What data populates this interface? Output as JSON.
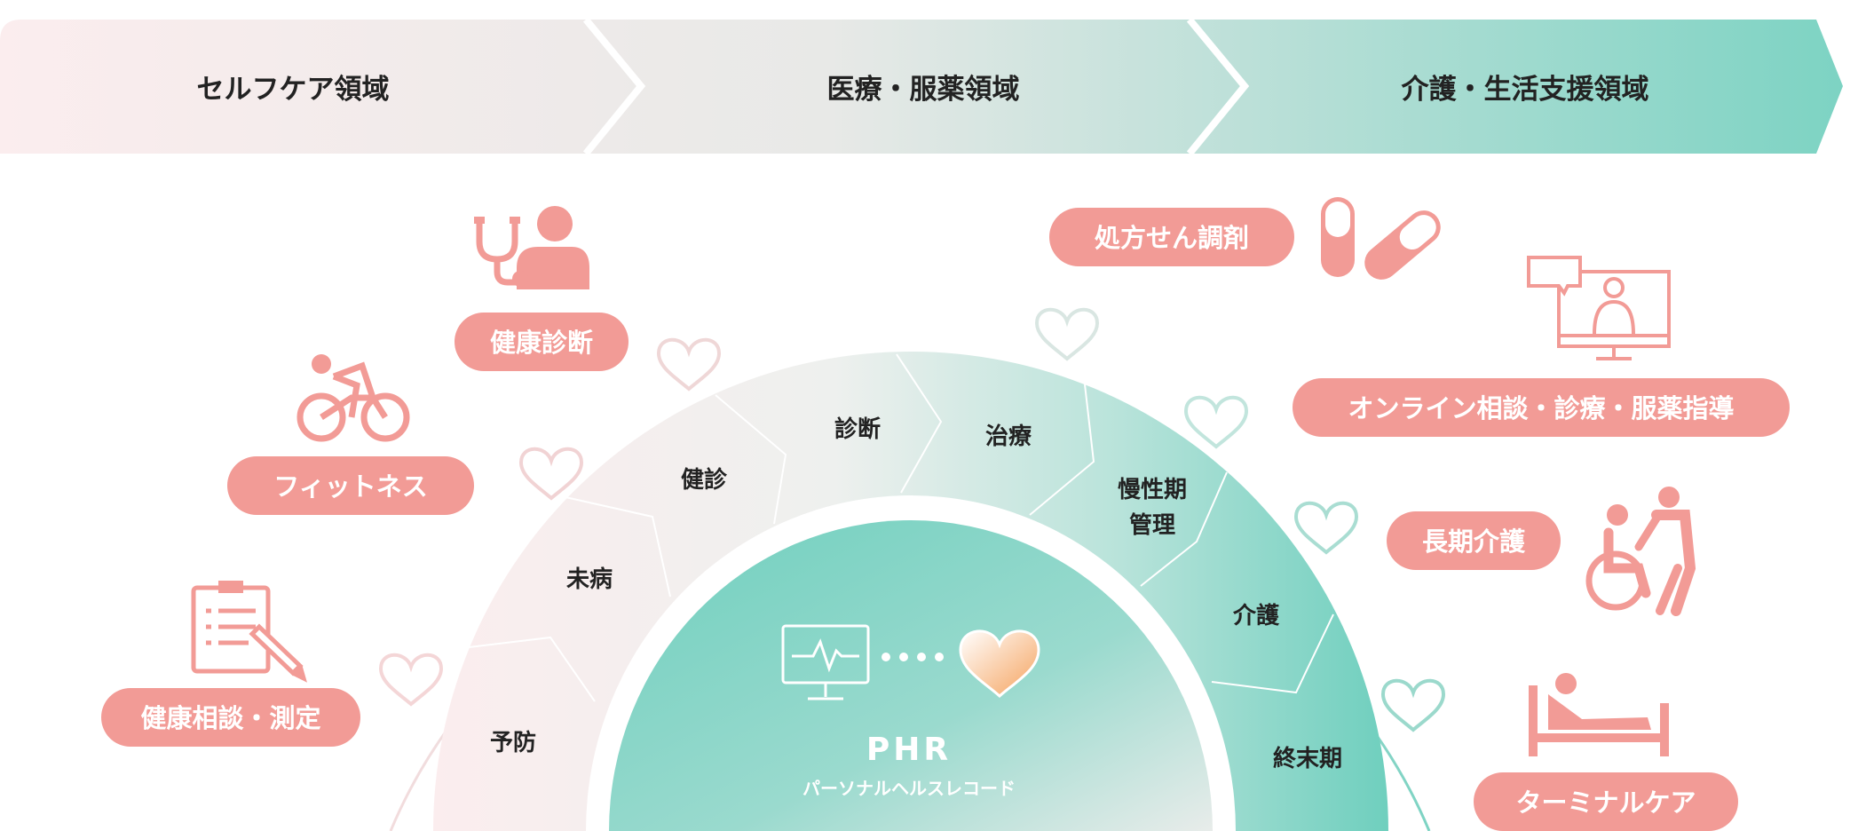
{
  "header": {
    "bands": [
      {
        "label": "セルフケア領域"
      },
      {
        "label": "医療・服薬領域"
      },
      {
        "label": "介護・生活支援領域"
      }
    ]
  },
  "left_items": [
    {
      "label": "健康診断",
      "icon": "doctor-stethoscope-icon"
    },
    {
      "label": "フィットネス",
      "icon": "cyclist-icon"
    },
    {
      "label": "健康相談・測定",
      "icon": "clipboard-pencil-icon"
    }
  ],
  "right_items": [
    {
      "label": "処方せん調剤",
      "icon": "capsule-pills-icon"
    },
    {
      "label": "オンライン相談・診療・服薬指導",
      "icon": "online-doctor-monitor-icon"
    },
    {
      "label": "長期介護",
      "icon": "wheelchair-caregiver-icon"
    },
    {
      "label": "ターミナルケア",
      "icon": "patient-bed-icon"
    }
  ],
  "arc_segments": [
    {
      "label": "予防"
    },
    {
      "label": "未病"
    },
    {
      "label": "健診"
    },
    {
      "label": "診断"
    },
    {
      "label": "治療"
    },
    {
      "label": "慢性期\n管理"
    },
    {
      "label": "介護"
    },
    {
      "label": "終末期"
    }
  ],
  "center": {
    "title": "PHR",
    "subtitle": "パーソナルヘルスレコード",
    "icon_left": "monitor-heartbeat-icon",
    "icon_right": "heart-icon"
  },
  "colors": {
    "pink": "#F29B96",
    "teal": "#7DD3C3",
    "light_pink": "#FBEDEE",
    "light_gray": "#E6E8E6",
    "text": "#222222"
  }
}
